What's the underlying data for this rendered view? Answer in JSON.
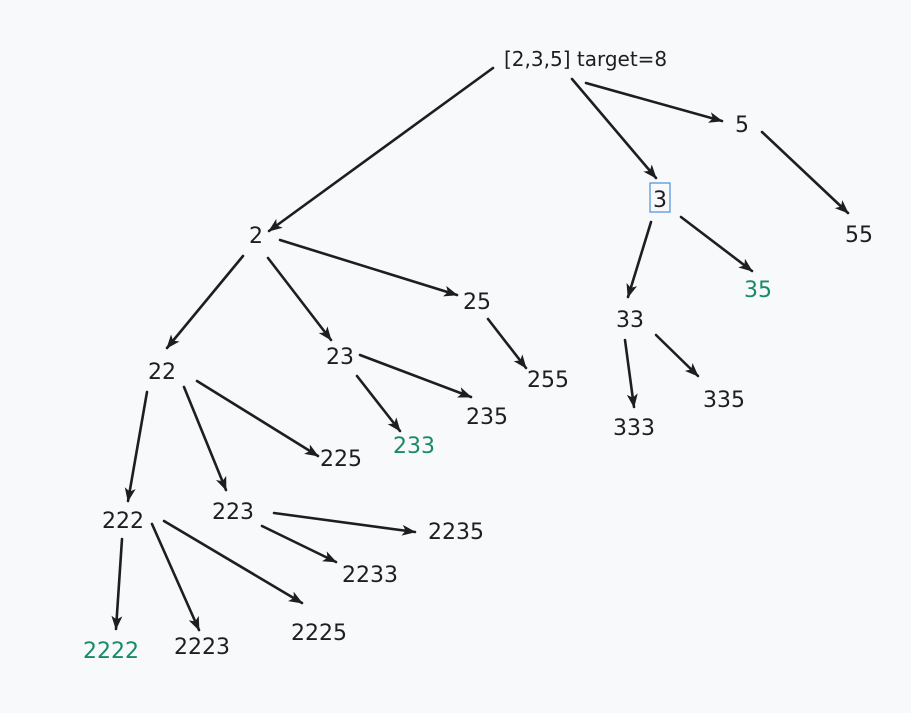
{
  "colors": {
    "background": "#f8f9fa",
    "ink": "#1e1e1e",
    "highlight": "#198a65",
    "selection": "#4a90d9"
  },
  "diagram": {
    "root": {
      "text": "[2,3,5] target=8"
    },
    "nodes": [
      {
        "id": "n2",
        "text": "2"
      },
      {
        "id": "n3",
        "text": "3",
        "selected": true
      },
      {
        "id": "n5",
        "text": "5"
      },
      {
        "id": "n22",
        "text": "22"
      },
      {
        "id": "n23",
        "text": "23"
      },
      {
        "id": "n25",
        "text": "25"
      },
      {
        "id": "n33",
        "text": "33"
      },
      {
        "id": "n35",
        "text": "35",
        "highlighted": true
      },
      {
        "id": "n55",
        "text": "55"
      },
      {
        "id": "n222",
        "text": "222"
      },
      {
        "id": "n223",
        "text": "223"
      },
      {
        "id": "n225",
        "text": "225"
      },
      {
        "id": "n233",
        "text": "233",
        "highlighted": true
      },
      {
        "id": "n235",
        "text": "235"
      },
      {
        "id": "n255",
        "text": "255"
      },
      {
        "id": "n333",
        "text": "333"
      },
      {
        "id": "n335",
        "text": "335"
      },
      {
        "id": "n2222",
        "text": "2222",
        "highlighted": true
      },
      {
        "id": "n2223",
        "text": "2223"
      },
      {
        "id": "n2225",
        "text": "2225"
      },
      {
        "id": "n2233",
        "text": "2233"
      },
      {
        "id": "n2235",
        "text": "2235"
      }
    ],
    "edges": [
      {
        "from": "root",
        "to": "n2"
      },
      {
        "from": "root",
        "to": "n3"
      },
      {
        "from": "root",
        "to": "n5"
      },
      {
        "from": "n5",
        "to": "n55"
      },
      {
        "from": "n3",
        "to": "n33"
      },
      {
        "from": "n3",
        "to": "n35"
      },
      {
        "from": "n33",
        "to": "n333"
      },
      {
        "from": "n33",
        "to": "n335"
      },
      {
        "from": "n2",
        "to": "n22"
      },
      {
        "from": "n2",
        "to": "n23"
      },
      {
        "from": "n2",
        "to": "n25"
      },
      {
        "from": "n25",
        "to": "n255"
      },
      {
        "from": "n23",
        "to": "n233"
      },
      {
        "from": "n23",
        "to": "n235"
      },
      {
        "from": "n22",
        "to": "n222"
      },
      {
        "from": "n22",
        "to": "n223"
      },
      {
        "from": "n22",
        "to": "n225"
      },
      {
        "from": "n223",
        "to": "n2233"
      },
      {
        "from": "n223",
        "to": "n2235"
      },
      {
        "from": "n222",
        "to": "n2222"
      },
      {
        "from": "n222",
        "to": "n2223"
      },
      {
        "from": "n222",
        "to": "n2225"
      }
    ]
  }
}
